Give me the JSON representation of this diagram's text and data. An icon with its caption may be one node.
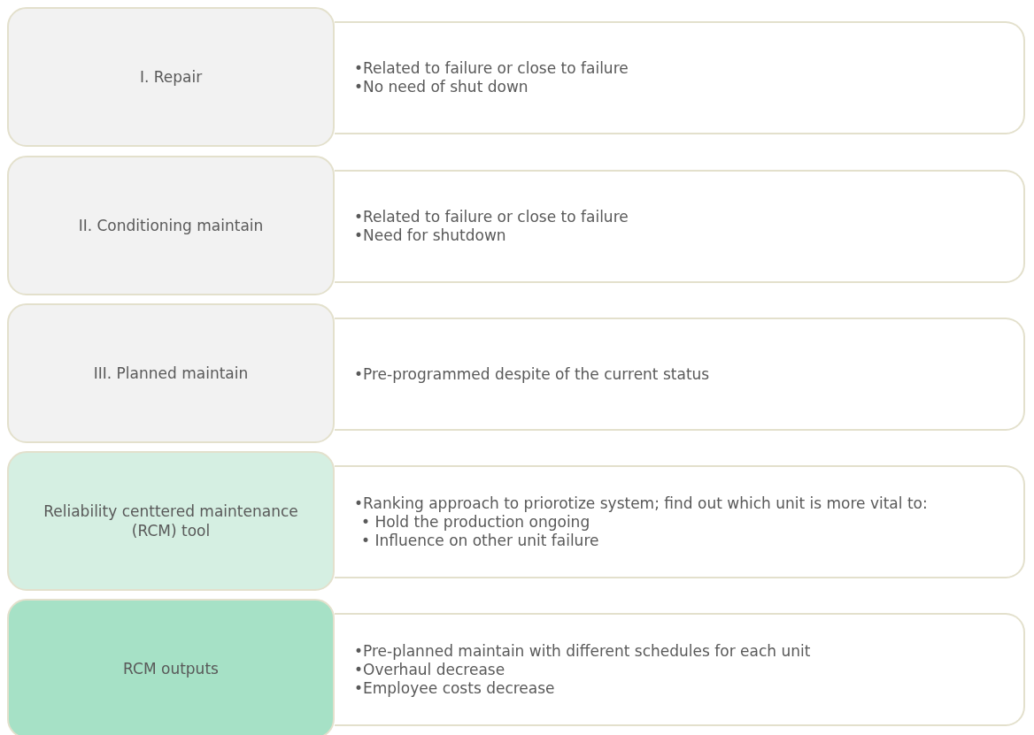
{
  "diagram": {
    "nodes": [
      {
        "text": [
          "I. Repair"
        ]
      },
      {
        "text": [
          "•Related to failure or close to failure",
          "•No need of shut down"
        ]
      },
      {
        "text": [
          "II. Conditioning maintain"
        ]
      },
      {
        "text": [
          "•Related to failure or close to failure",
          "•Need for shutdown"
        ]
      },
      {
        "text": [
          "III. Planned maintain"
        ]
      },
      {
        "text": [
          "•Pre-programmed despite of the current status"
        ]
      },
      {
        "text": [
          "Reliability centtered maintenance (RCM) tool"
        ]
      },
      {
        "text": [
          "•Ranking approach to priorotize system; find out which unit is more vital to:",
          "• Hold the production ongoing",
          "• Influence on other unit failure"
        ]
      },
      {
        "text": [
          "RCM outputs"
        ]
      },
      {
        "text": [
          "•Pre-planned maintain with different schedules for each unit",
          "•Overhaul decrease",
          "•Employee costs decrease"
        ]
      }
    ]
  }
}
